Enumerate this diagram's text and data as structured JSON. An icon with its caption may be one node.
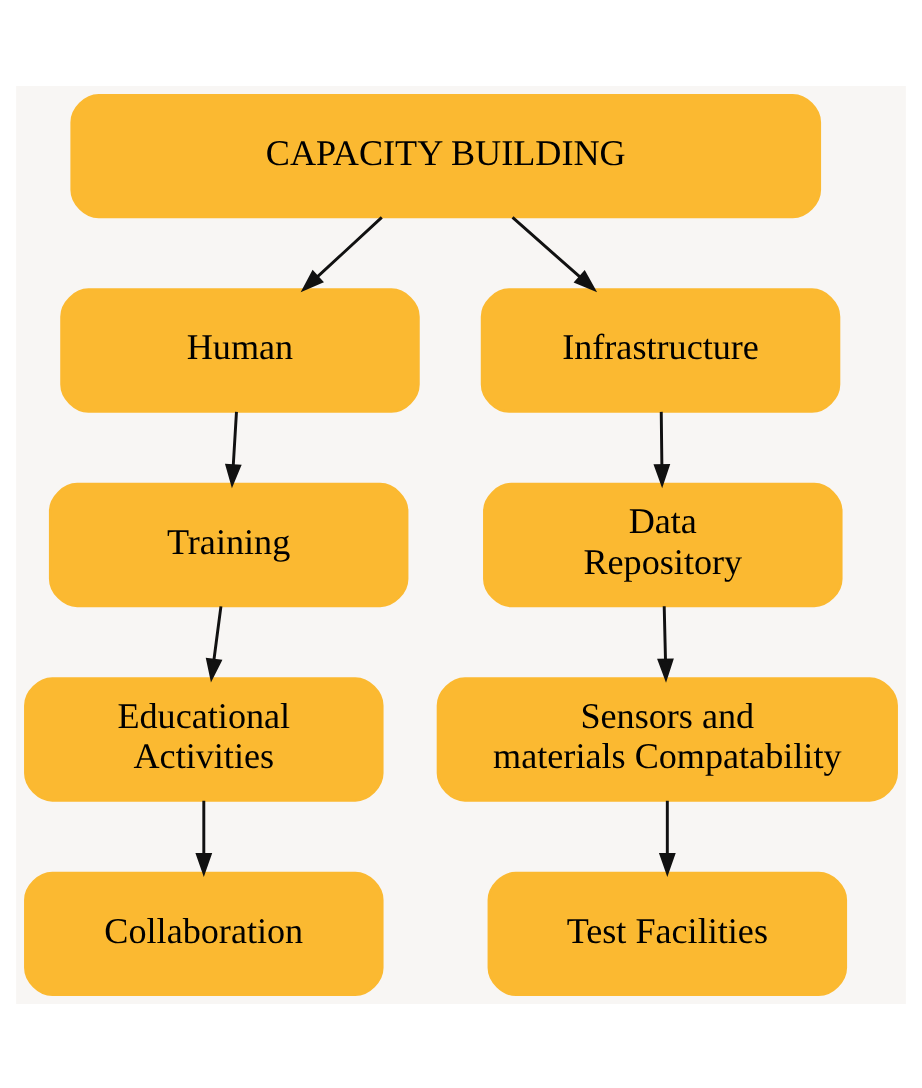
{
  "diagram": {
    "nodes": [
      {
        "text": [
          "CAPACITY BUILDING"
        ]
      },
      {
        "text": [
          "Human"
        ]
      },
      {
        "text": [
          "Infrastructure"
        ]
      },
      {
        "text": [
          "Training"
        ]
      },
      {
        "text": [
          "Data Repository"
        ]
      },
      {
        "text": [
          "Educational Activities"
        ]
      },
      {
        "text": [
          "Sensors and materials Compatability"
        ]
      },
      {
        "text": [
          "Collaboration"
        ]
      },
      {
        "text": [
          "Test Facilities"
        ]
      }
    ],
    "edges": [
      {
        "from": 0,
        "to": 1,
        "arrow": "to"
      },
      {
        "from": 0,
        "to": 2,
        "arrow": "to"
      },
      {
        "from": 1,
        "to": 3,
        "arrow": "to"
      },
      {
        "from": 3,
        "to": 5,
        "arrow": "to"
      },
      {
        "from": 5,
        "to": 7,
        "arrow": "to"
      },
      {
        "from": 2,
        "to": 4,
        "arrow": "to"
      },
      {
        "from": 4,
        "to": 6,
        "arrow": "to"
      },
      {
        "from": 6,
        "to": 8,
        "arrow": "to"
      }
    ]
  }
}
